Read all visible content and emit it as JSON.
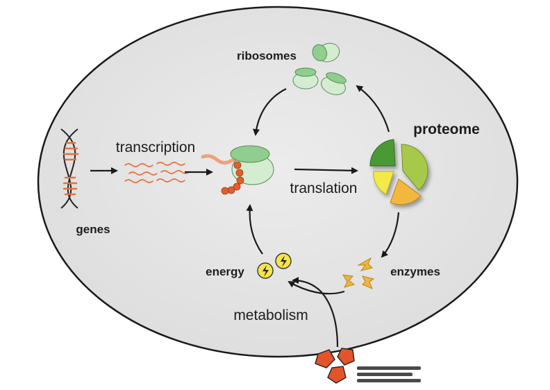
{
  "labels": {
    "ribosomes": "ribosomes",
    "proteome": "proteome",
    "transcription": "transcription",
    "translation": "translation",
    "genes": "genes",
    "energy": "energy",
    "enzymes": "enzymes",
    "metabolism": "metabolism"
  },
  "colors": {
    "cell_fill": "#e6e6e6",
    "cell_stroke": "#1a1a1a",
    "mrna": "#e8703a",
    "ribosome_light": "#d4ecd0",
    "ribosome_dark": "#8fce8e",
    "pie_dark_green": "#4a9a35",
    "pie_light_green": "#a6c94a",
    "pie_yellow": "#f3e94a",
    "pie_orange": "#f2b73c",
    "enzyme": "#f0b43c",
    "energy": "#f5e44a",
    "nutrient": "#e4542a",
    "arrow": "#1a1a1a"
  },
  "icons": {
    "dna": "dna-double-helix-icon",
    "energy": "lightning-bolt-icon",
    "nutrient": "pentagon-nutrient-icon"
  }
}
